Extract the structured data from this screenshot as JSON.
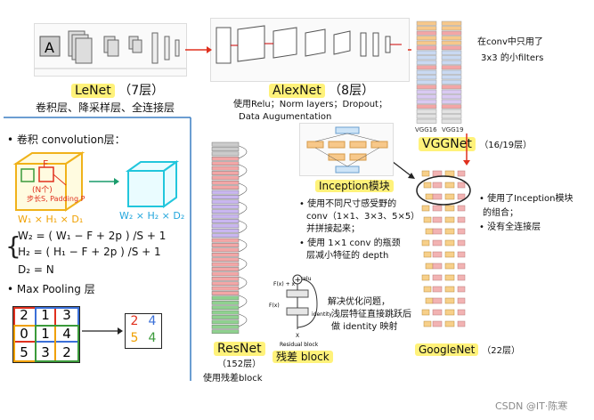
{
  "lenet": {
    "name": "LeNet",
    "layers": "（7层）",
    "desc": "卷积层、降采样层、全连接层"
  },
  "alexnet": {
    "name": "AlexNet",
    "layers": "（8层）",
    "desc1": "使用Relu；Norm layers；Dropout；",
    "desc2": "Data Augumentation"
  },
  "vggnet": {
    "name": "VGGNet",
    "layers": "（16/19层）",
    "note1": "在conv中只用了",
    "note2": "3x3 的小filters",
    "col1": "VGG16",
    "col2": "VGG19"
  },
  "conv": {
    "title": "• 卷积 convolution层：",
    "in_dims": "W₁ × H₁ × D₁",
    "out_dims": "W₂ × H₂ × D₂",
    "filter_label": "F",
    "n_label": "(N个)",
    "stride_label": "步长S, Padding P"
  },
  "formula": {
    "w2": "W₂ = ( W₁ − F + 2p ) /S + 1",
    "h2": "H₂ = ( H₁ − F + 2p ) /S + 1",
    "d2": "D₂ = N"
  },
  "pool": {
    "title": "• Max Pooling 层",
    "grid": [
      [
        "2",
        "1",
        "3"
      ],
      [
        "0",
        "1",
        "4"
      ],
      [
        "5",
        "3",
        "2"
      ]
    ],
    "out": [
      [
        "2",
        "4"
      ],
      [
        "5",
        "4"
      ]
    ]
  },
  "inception": {
    "name": "Inception模块",
    "b1a": "• 使用不同尺寸感受野的",
    "b1b": "conv（1×1、3×3、5×5）",
    "b1c": "并拼接起来；",
    "b2a": "• 使用 1×1 conv 的瓶颈",
    "b2b": "层减小特征的 depth"
  },
  "resnet": {
    "name": "ResNet",
    "layers": "（152层）",
    "desc": "使用残差block"
  },
  "residual": {
    "name": "残差 block",
    "fx": "F(x)",
    "fxx": "F(x) + x",
    "x_label": "X",
    "relu": "relu",
    "id_label": "identity",
    "caption": "Residual block",
    "note1": "解决优化问题，",
    "note2": "浅层特征直接跳跃后",
    "note3": "做 identity 映射"
  },
  "googlenet": {
    "name": "GoogleNet",
    "layers": "（22层）",
    "note1": "• 使用了Inception模块",
    "note2": "的组合；",
    "note3": "• 没有全连接层"
  },
  "watermark": "CSDN @IT·陈寒"
}
